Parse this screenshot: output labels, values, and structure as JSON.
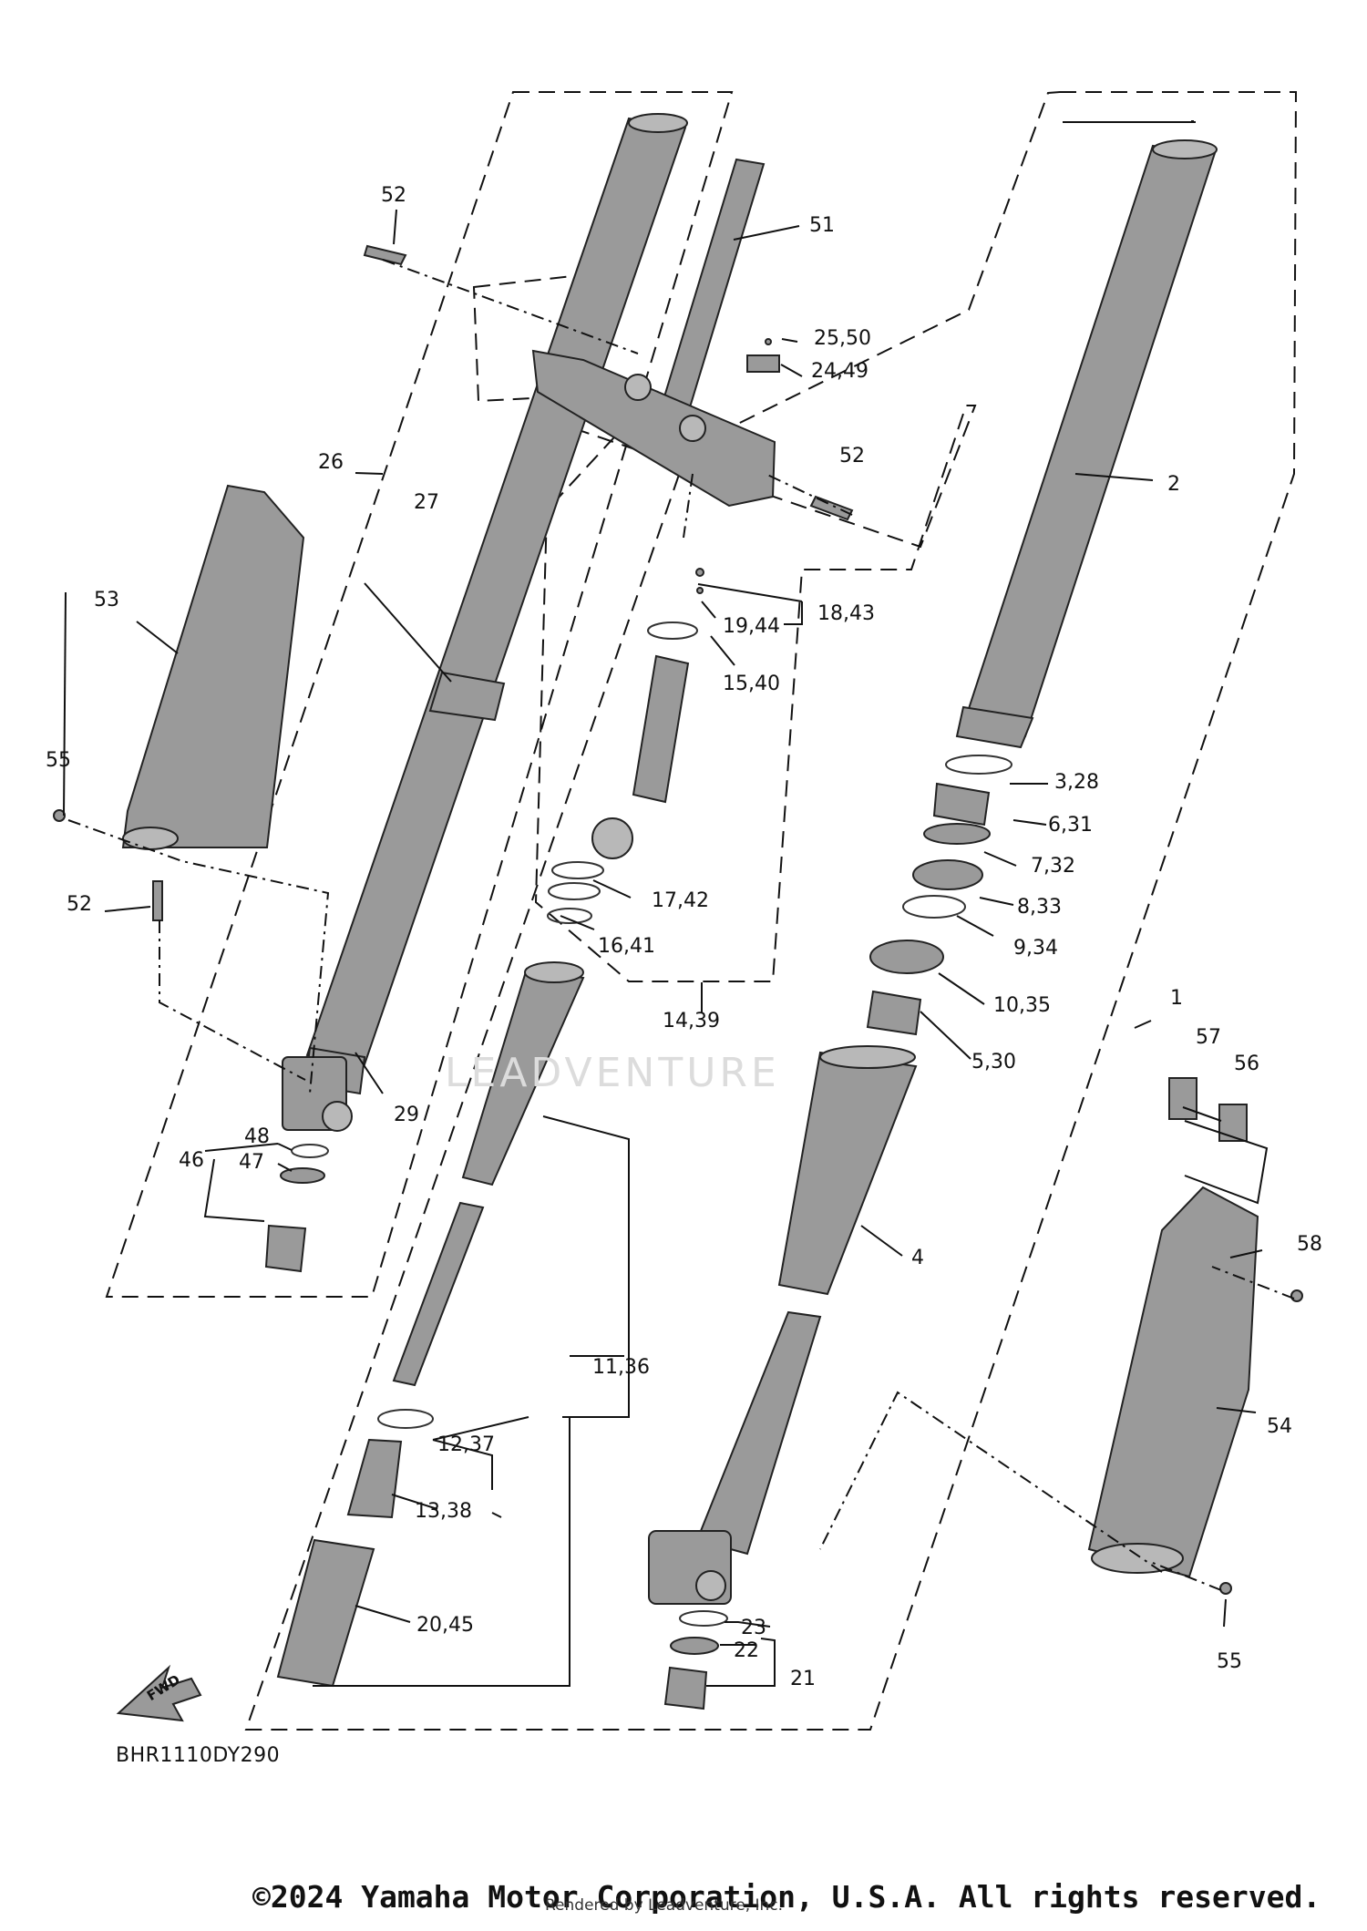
{
  "diagram_code": "BHR1110DY290",
  "copyright": "©2024 Yamaha Motor Corporation, U.S.A. All rights reserved.",
  "rendered_by": "Rendered by Leadventure, Inc.",
  "watermark": "LEADVENTURE",
  "fwd_label": "FWD",
  "labels": {
    "l1": "1",
    "l2": "2",
    "l3_28": "3,28",
    "l4": "4",
    "l5_30": "5,30",
    "l6_31": "6,31",
    "l7_32": "7,32",
    "l8_33": "8,33",
    "l9_34": "9,34",
    "l10_35": "10,35",
    "l11_36": "11,36",
    "l12_37": "12,37",
    "l13_38": "13,38",
    "l14_39": "14,39",
    "l15_40": "15,40",
    "l16_41": "16,41",
    "l17_42": "17,42",
    "l18_43": "18,43",
    "l19_44": "19,44",
    "l20_45": "20,45",
    "l21": "21",
    "l22": "22",
    "l23": "23",
    "l24_49": "24,49",
    "l25_50": "25,50",
    "l26": "26",
    "l27": "27",
    "l29": "29",
    "l46": "46",
    "l47": "47",
    "l48": "48",
    "l51": "51",
    "l52a": "52",
    "l52b": "52",
    "l52c": "52",
    "l53": "53",
    "l54": "54",
    "l55a": "55",
    "l55b": "55",
    "l56": "56",
    "l57": "57",
    "l58": "58"
  },
  "colors": {
    "part_fill": "#9a9a9a",
    "line": "#111111",
    "background": "#ffffff"
  }
}
